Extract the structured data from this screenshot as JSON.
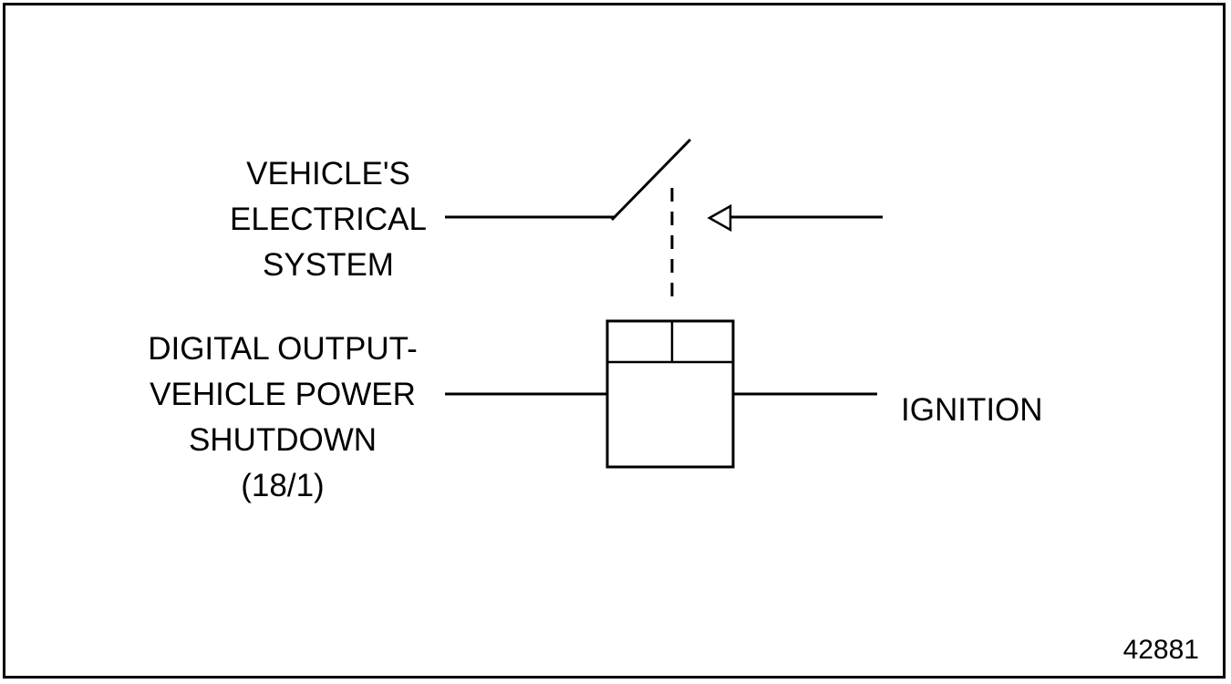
{
  "page": {
    "background_color": "#ffffff",
    "line_color": "#000000"
  },
  "labels": {
    "electrical_system": {
      "line1": "VEHICLE'S",
      "line2": "ELECTRICAL",
      "line3": "SYSTEM"
    },
    "digital_output": {
      "line1": "DIGITAL OUTPUT-",
      "line2": "VEHICLE POWER",
      "line3": "SHUTDOWN",
      "line4": "(18/1)"
    },
    "ignition": "IGNITION",
    "figure_number": "42881"
  },
  "symbols": {
    "switch": "open-switch-symbol",
    "relay": "relay-box-symbol",
    "connector": "triangle-connector-symbol",
    "actuation_link": "dashed-actuation-line"
  }
}
